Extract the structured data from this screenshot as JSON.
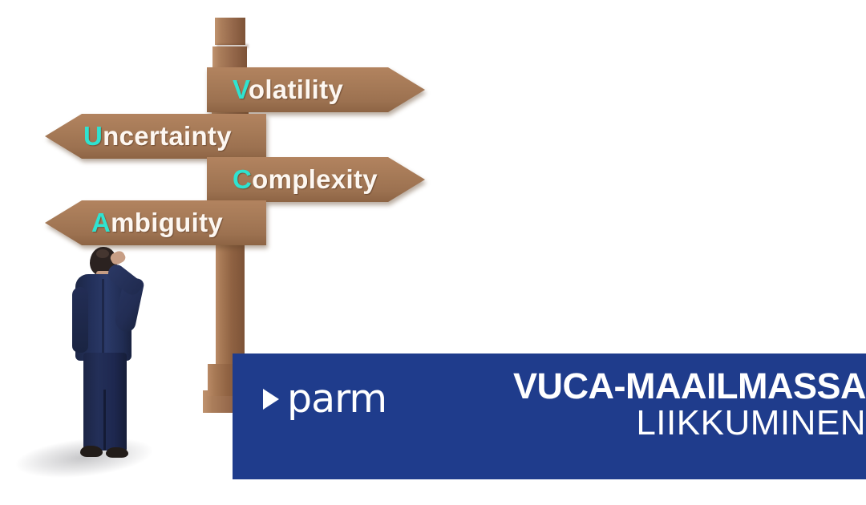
{
  "image": {
    "title": "VUCA signpost with businessman",
    "background_color": "#ffffff"
  },
  "signpost": {
    "post_color": "#8f6242",
    "plank_color": "#a67a57",
    "label_color": "#fdf7f1",
    "accent_letter_color": "#2fe3d0",
    "signs": [
      {
        "id": "volatility",
        "cap": "V",
        "rest": "olatility",
        "direction": "right"
      },
      {
        "id": "uncertainty",
        "cap": "U",
        "rest": "ncertainty",
        "direction": "left"
      },
      {
        "id": "complexity",
        "cap": "C",
        "rest": "omplexity",
        "direction": "right"
      },
      {
        "id": "ambiguity",
        "cap": "A",
        "rest": "mbiguity",
        "direction": "left"
      }
    ]
  },
  "figure": {
    "description": "businessman-looking-up",
    "suit_color": "#232f58"
  },
  "banner": {
    "background_color": "#1f3c8c",
    "text_color": "#ffffff",
    "logo": {
      "icon": "play-triangle-icon",
      "wordmark": "parm"
    },
    "headline_line1": "VUCA-MAAILMASSA",
    "headline_line2": "LIIKKUMINEN"
  }
}
